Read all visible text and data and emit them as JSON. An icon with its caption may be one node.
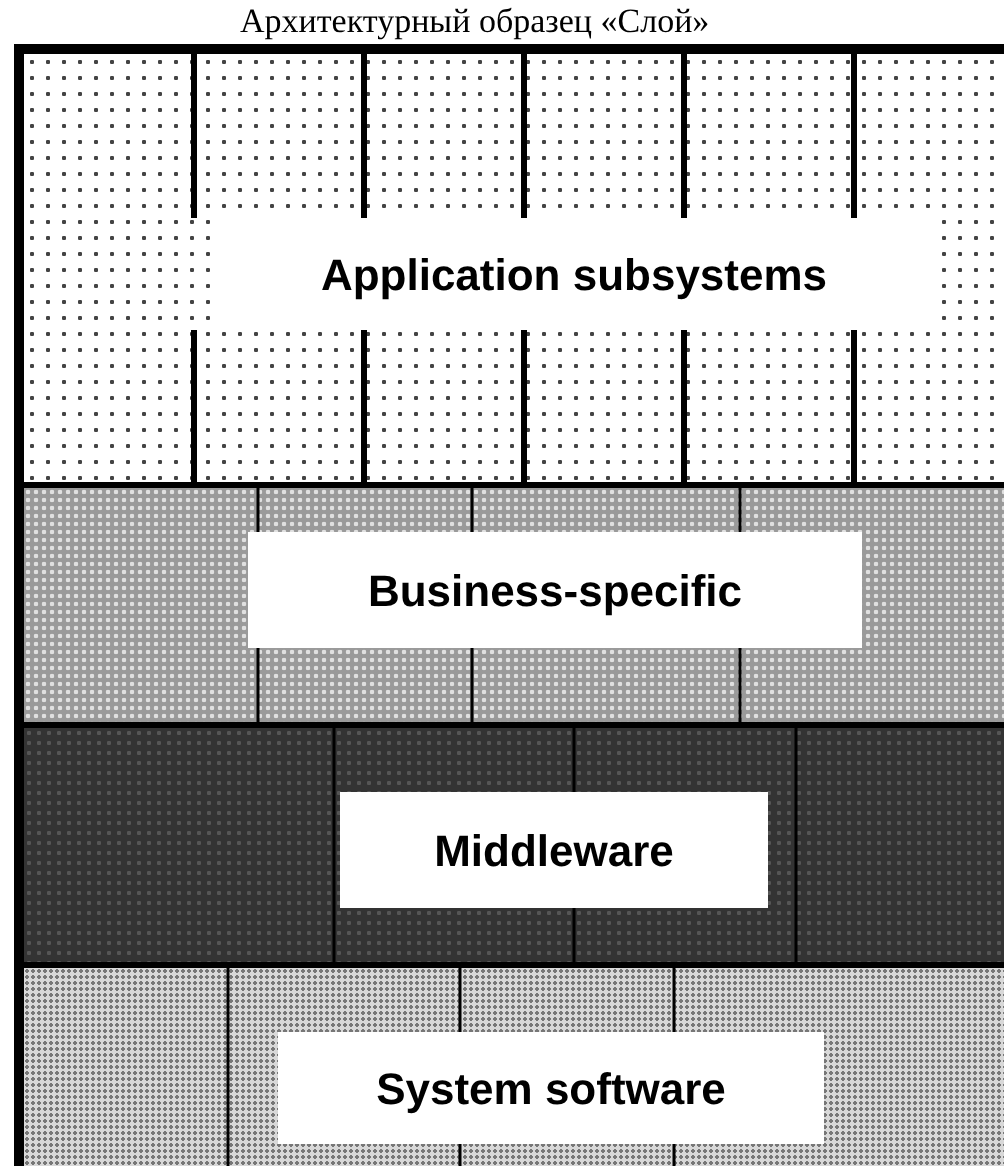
{
  "diagram": {
    "title": "Архитектурный образец «Слой»",
    "nodes": [
      {
        "text": [
          "Application subsystems"
        ]
      },
      {
        "text": [
          "Business-specific"
        ]
      },
      {
        "text": [
          "Middleware"
        ]
      },
      {
        "text": [
          "System software"
        ]
      }
    ]
  }
}
